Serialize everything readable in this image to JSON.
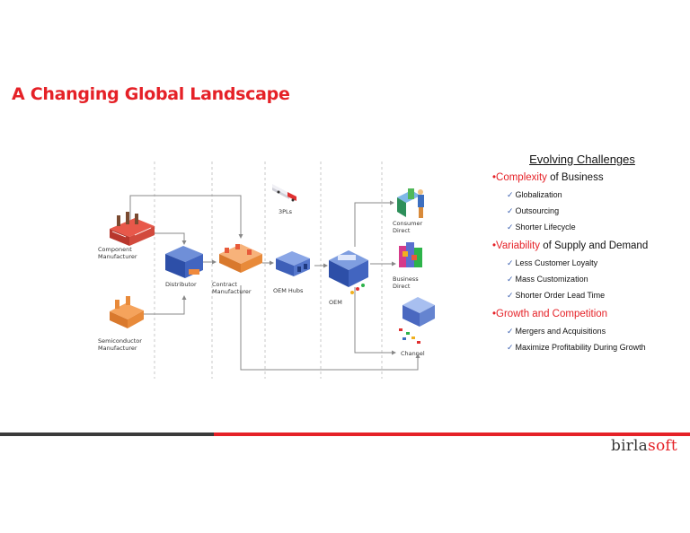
{
  "slide": {
    "title": "A Changing Global Landscape"
  },
  "diagram": {
    "nodes": [
      {
        "id": "component",
        "label": "Component Manufacturer",
        "icon": "factory-icon"
      },
      {
        "id": "semiconductor",
        "label": "Semiconductor Manufacturer",
        "icon": "plant-icon"
      },
      {
        "id": "distributor",
        "label": "Distributor",
        "icon": "warehouse-icon"
      },
      {
        "id": "contract",
        "label": "Contract Manufacturer",
        "icon": "assembly-line-icon"
      },
      {
        "id": "3pls",
        "label": "3PLs",
        "icon": "truck-icon"
      },
      {
        "id": "oemhubs",
        "label": "OEM Hubs",
        "icon": "hub-icon"
      },
      {
        "id": "oem",
        "label": "OEM",
        "icon": "computer-icon"
      },
      {
        "id": "consumer",
        "label": "Consumer Direct",
        "icon": "shopper-icon"
      },
      {
        "id": "business",
        "label": "Business Direct",
        "icon": "office-icon"
      },
      {
        "id": "channel",
        "label": "Channel",
        "icon": "store-icon"
      }
    ]
  },
  "challenges": {
    "heading": "Evolving Challenges",
    "groups": [
      {
        "highlight": "Complexity",
        "rest": " of Business",
        "items": [
          "Globalization",
          "Outsourcing",
          "Shorter Lifecycle"
        ]
      },
      {
        "highlight": "Variability",
        "rest": " of Supply and Demand",
        "items": [
          "Less Customer Loyalty",
          "Mass Customization",
          "Shorter Order Lead Time"
        ]
      },
      {
        "highlight": "Growth and Competition",
        "rest": "",
        "items": [
          "Mergers and Acquisitions",
          "Maximize Profitability During Growth"
        ]
      }
    ]
  },
  "brand": {
    "logo_part1": "birla",
    "logo_part2": "soft"
  },
  "colors": {
    "accent": "#e52127",
    "dark_bar": "#3a3a3a",
    "check": "#3a5fb0"
  }
}
